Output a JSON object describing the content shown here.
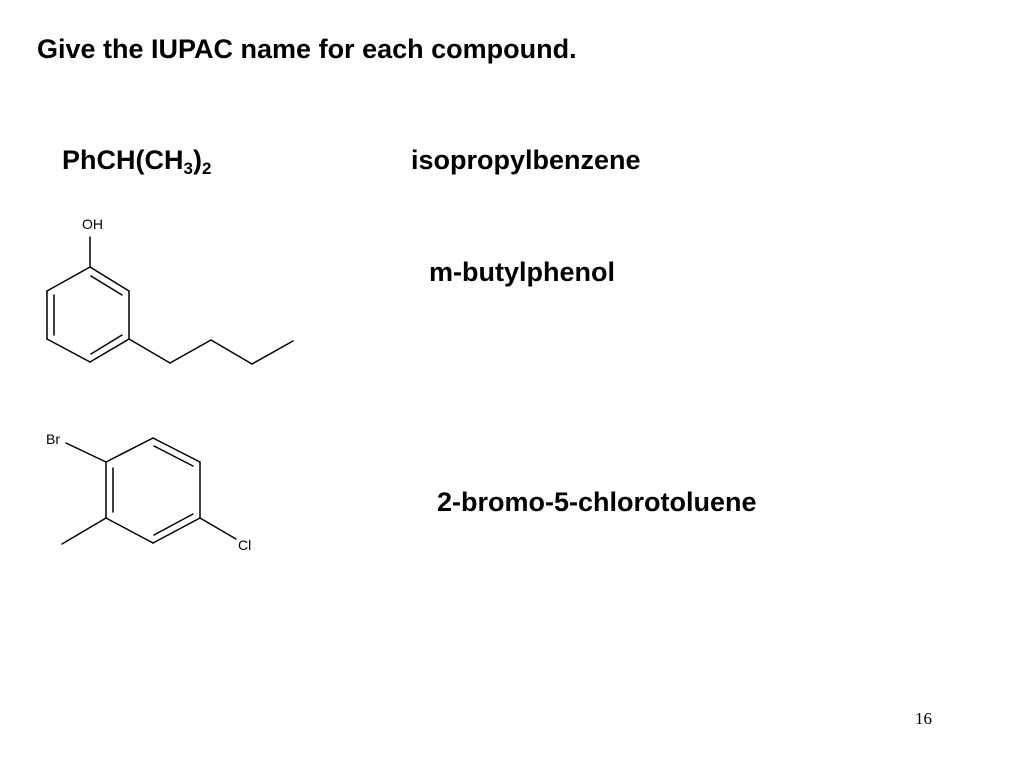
{
  "slide": {
    "title": "Give the IUPAC name for each compound.",
    "page_number": "16"
  },
  "compounds": [
    {
      "formula": {
        "base": "PhCH(CH",
        "sub1": "3",
        "close": ")",
        "sub2": "2"
      },
      "answer": "isopropylbenzene"
    },
    {
      "structure_labels": {
        "hydroxyl": "OH"
      },
      "answer": "m-butylphenol"
    },
    {
      "structure_labels": {
        "bromo": "Br",
        "chloro": "Cl"
      },
      "answer": "2-bromo-5-chlorotoluene"
    }
  ],
  "colors": {
    "text": "#000000",
    "background": "#ffffff",
    "bond": "#000000"
  }
}
